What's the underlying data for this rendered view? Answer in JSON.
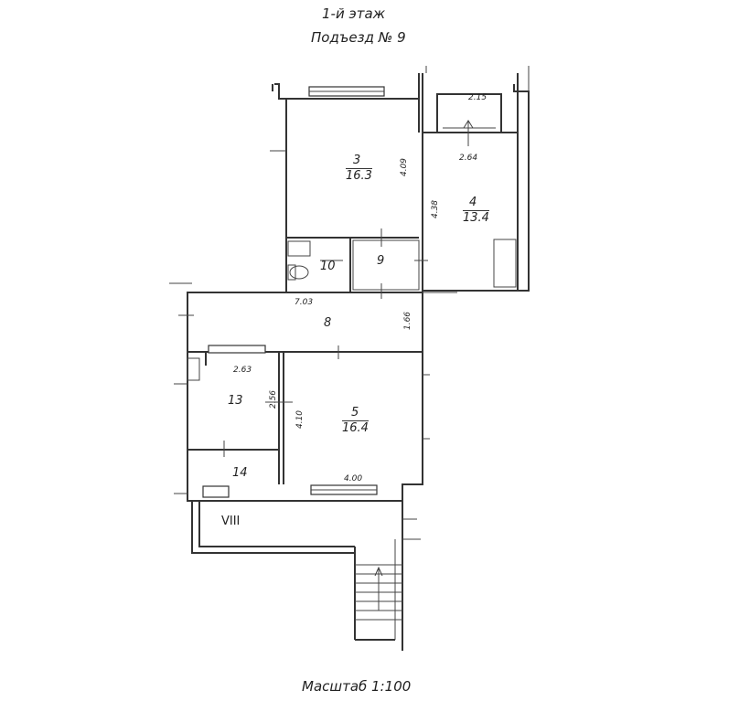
{
  "header": {
    "floor": "1-й этаж",
    "entrance": "Подъезд № 9"
  },
  "footer": {
    "scale": "Масштаб 1:100"
  },
  "rooms": [
    {
      "number": "3",
      "area": "16.3"
    },
    {
      "number": "4",
      "area": "13.4"
    },
    {
      "number": "5",
      "area": "16.4"
    },
    {
      "number": "8"
    },
    {
      "number": "9"
    },
    {
      "number": "10"
    },
    {
      "number": "13"
    },
    {
      "number": "14"
    }
  ],
  "dimensions": {
    "d215": "2.15",
    "d264": "2.64",
    "d409": "4.09",
    "d438": "4.38",
    "d703": "7.03",
    "d166": "1.66",
    "d263": "2.63",
    "d256": "2.56",
    "d410": "4.10",
    "d400": "4.00"
  },
  "labels": {
    "stair": "VIII"
  }
}
